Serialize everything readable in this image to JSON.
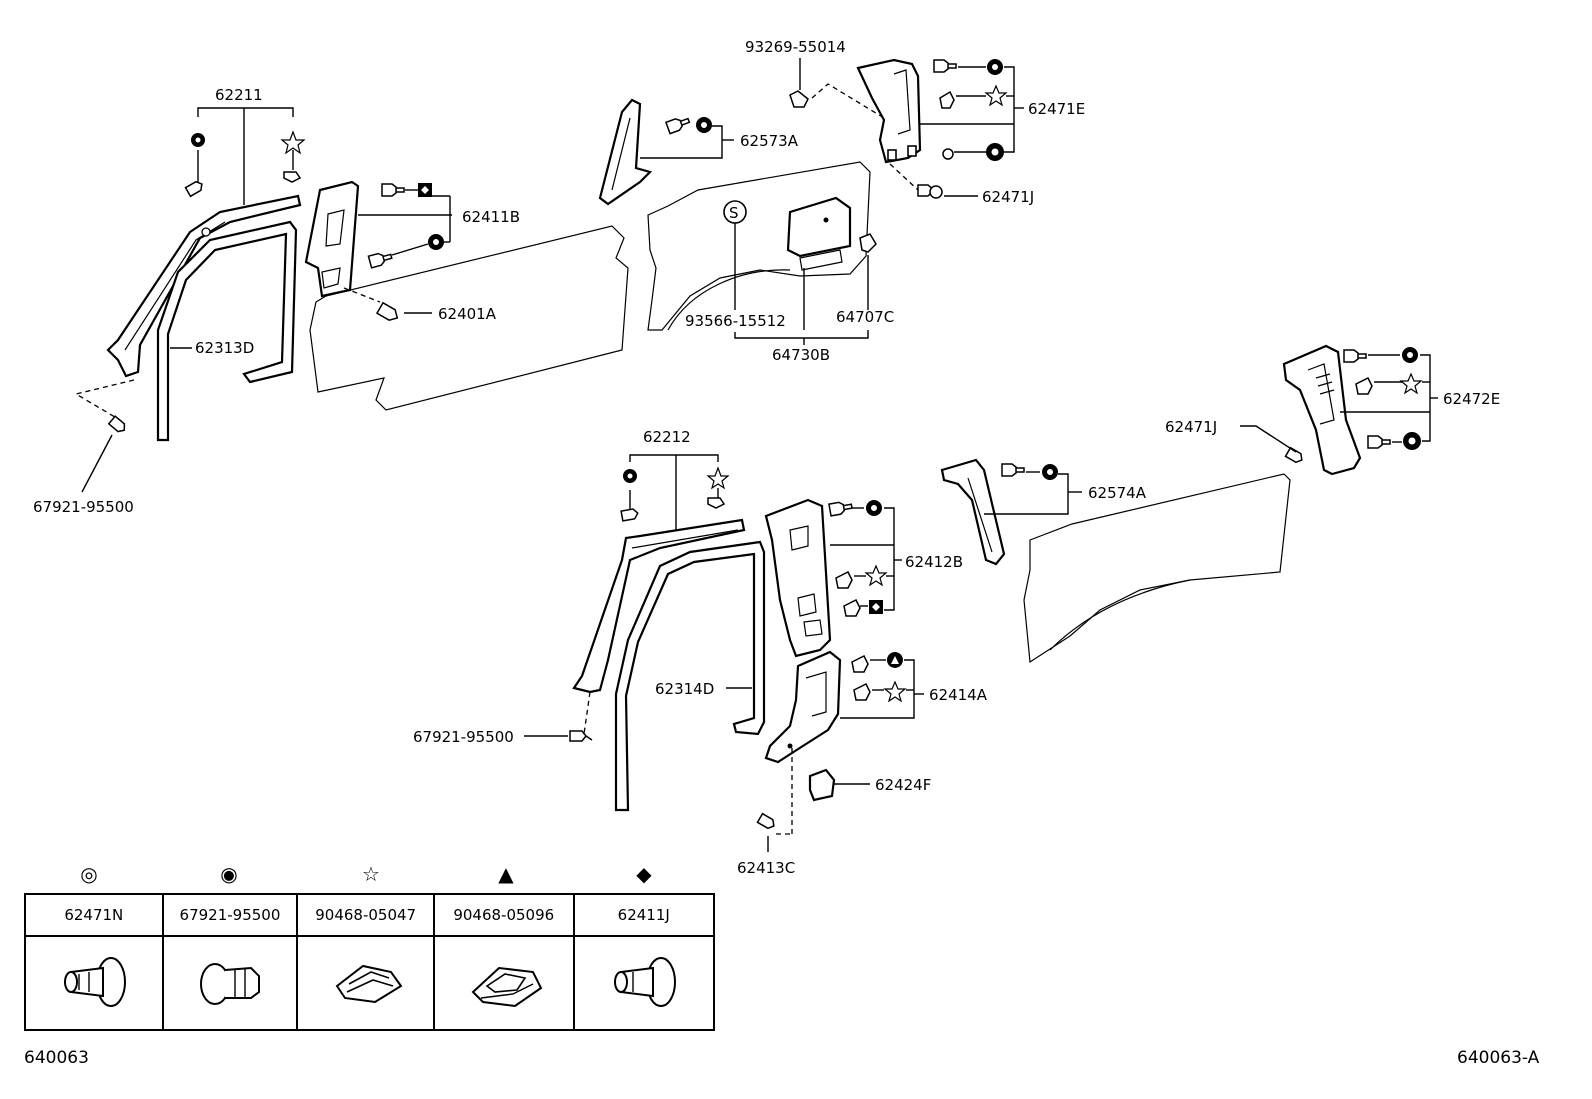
{
  "labels": {
    "l62211": "62211",
    "l62411B": "62411B",
    "l62313D": "62313D",
    "l62401A": "62401A",
    "l67921_top": "67921-95500",
    "l93269": "93269-55014",
    "l62573A": "62573A",
    "l62471E": "62471E",
    "l62471J_top": "62471J",
    "l93566": "93566-15512",
    "l64707C": "64707C",
    "l64730B": "64730B",
    "l62472E": "62472E",
    "l62471J_right": "62471J",
    "l62212": "62212",
    "l62574A": "62574A",
    "l62412B": "62412B",
    "l62314D": "62314D",
    "l62414A": "62414A",
    "l67921_mid": "67921-95500",
    "l62424F": "62424F",
    "l62413C": "62413C",
    "s_symbol": "S"
  },
  "legend": {
    "symbols": [
      "◎",
      "◉",
      "☆",
      "▲",
      "◆"
    ],
    "parts": [
      "62471N",
      "67921-95500",
      "90468-05047",
      "90468-05096",
      "62411J"
    ]
  },
  "footer": {
    "left_code": "640063",
    "right_code": "640063-A"
  }
}
